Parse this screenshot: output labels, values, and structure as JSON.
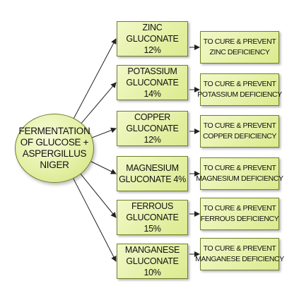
{
  "source": {
    "text": "FERMENTATION\nOF GLUCOSE +\nASPERGILLUS\nNIGER"
  },
  "branches": [
    {
      "product": [
        "ZINC",
        "GLUCONATE 12%"
      ],
      "effect": [
        "TO CURE & PREVENT",
        "ZINC DEFICIENCY"
      ]
    },
    {
      "product": [
        "POTASSIUM",
        "GLUCONATE 14%"
      ],
      "effect": [
        "TO CURE & PREVENT",
        "POTASSIUM DEFICIENCY"
      ]
    },
    {
      "product": [
        "COPPER",
        "GLUCONATE 12%"
      ],
      "effect": [
        "TO CURE & PREVENT",
        "COPPER DEFICIENCY"
      ]
    },
    {
      "product": [
        "MAGNESIUM",
        "GLUCONATE 4%"
      ],
      "effect": [
        "TO CURE & PREVENT",
        "MAGNESIUM DEFICIENCY"
      ]
    },
    {
      "product": [
        "FERROUS",
        "GLUCONATE 15%"
      ],
      "effect": [
        "TO CURE & PREVENT",
        "FERROUS DEFICIENCY"
      ]
    },
    {
      "product": [
        "MANGANESE",
        "GLUCONATE 10%"
      ],
      "effect": [
        "TO CURE & PREVENT",
        "MANGANESE DEFICIENCY"
      ]
    }
  ]
}
